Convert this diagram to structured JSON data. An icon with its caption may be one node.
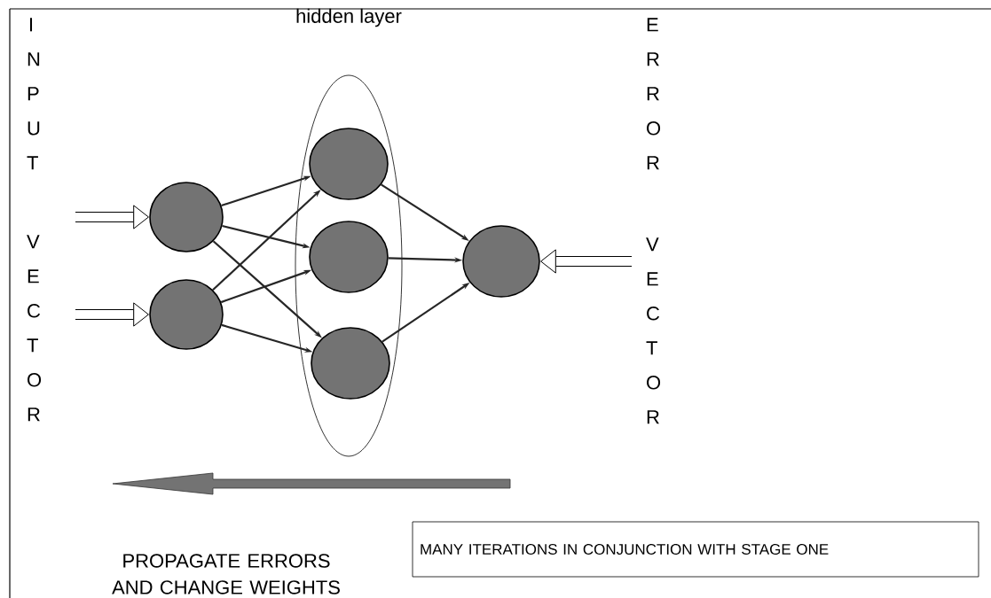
{
  "diagram": {
    "nodes": [
      {
        "text": [
          "hidden layer"
        ]
      },
      {
        "text": [],
        "shape": "circle"
      },
      {
        "text": [],
        "shape": "circle"
      },
      {
        "text": [],
        "shape": "circle",
        "in": 0
      },
      {
        "text": [],
        "shape": "circle",
        "in": 0
      },
      {
        "text": [],
        "shape": "circle",
        "in": 0
      },
      {
        "text": [],
        "shape": "circle"
      },
      {
        "text": [
          "MANY ITERATIONS   IN  CONJUNCTION WITH STAGE ONE"
        ]
      }
    ],
    "edges": [
      {
        "from": null,
        "to": 1,
        "arrow": "to",
        "style": "thick"
      },
      {
        "from": null,
        "to": 2,
        "arrow": "to",
        "style": "thick"
      },
      {
        "from": 1,
        "to": 3,
        "arrow": "to"
      },
      {
        "from": 1,
        "to": 4,
        "arrow": "to"
      },
      {
        "from": 1,
        "to": 5,
        "arrow": "to"
      },
      {
        "from": 2,
        "to": 3,
        "arrow": "to"
      },
      {
        "from": 2,
        "to": 4,
        "arrow": "to"
      },
      {
        "from": 2,
        "to": 5,
        "arrow": "to"
      },
      {
        "from": 3,
        "to": 6,
        "arrow": "to"
      },
      {
        "from": 4,
        "to": 6,
        "arrow": "to"
      },
      {
        "from": 5,
        "to": 6,
        "arrow": "to"
      },
      {
        "from": null,
        "to": 6,
        "arrow": "to",
        "style": "thick"
      }
    ],
    "labels": [
      "INPUT",
      "VECTOR",
      "ERROR",
      "VECTOR",
      "PROPAGATE ERRORS AND CHANGE WEIGHTS"
    ]
  }
}
